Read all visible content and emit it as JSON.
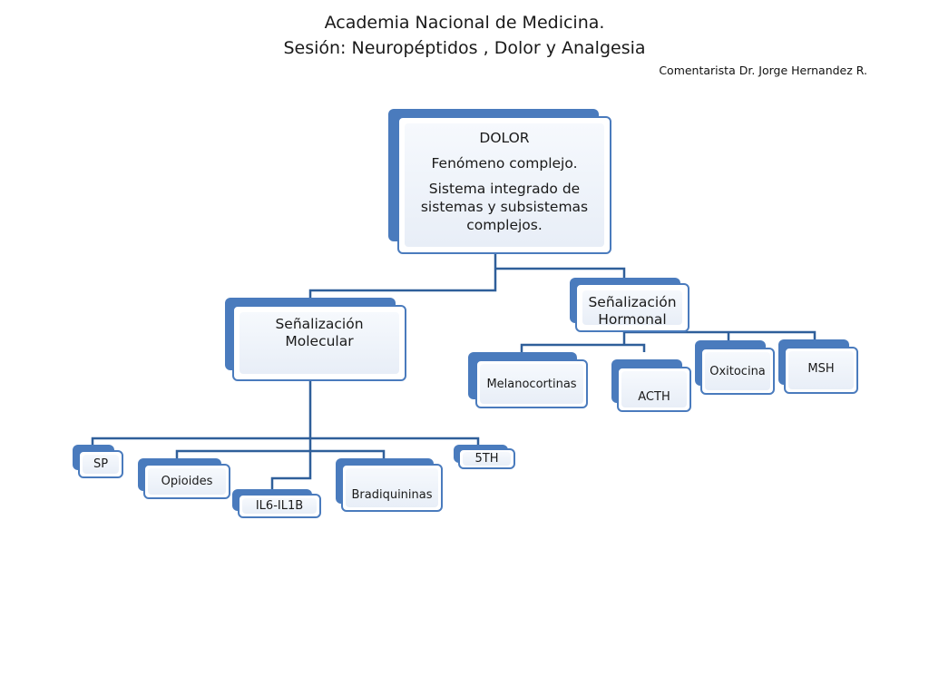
{
  "header": {
    "title_line1": "Academia Nacional de Medicina.",
    "title_line2": "Sesión: Neuropéptidos , Dolor y Analgesia",
    "commentary": "Comentarista Dr. Jorge Hernandez R."
  },
  "diagram": {
    "root": {
      "line1": "DOLOR",
      "line2": "Fenómeno complejo.",
      "line3": "Sistema integrado de sistemas y subsistemas complejos."
    },
    "molecular": {
      "label": "Señalización Molecular",
      "children": [
        "SP",
        "Opioides",
        "IL6-IL1B",
        "Bradiquininas",
        "5TH"
      ]
    },
    "hormonal": {
      "label": "Señalización Hormonal",
      "children": [
        "Melanocortinas",
        "ACTH",
        "Oxitocina",
        "MSH"
      ]
    },
    "colors": {
      "accent": "#4a7bbd",
      "line": "#2f5f9a"
    }
  }
}
